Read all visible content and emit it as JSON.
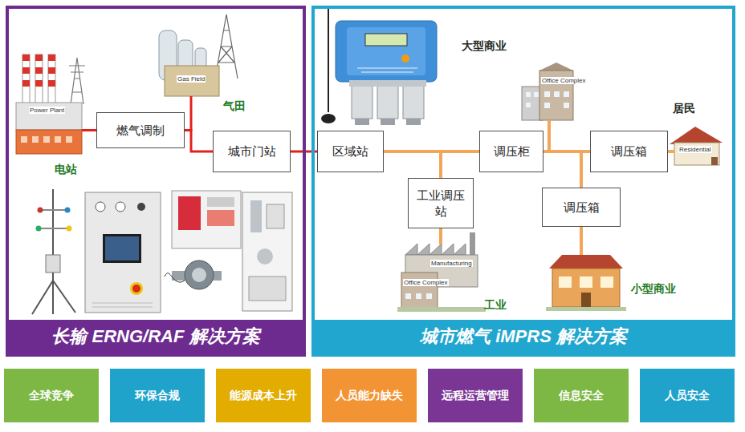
{
  "diagram": {
    "nodes": [
      {
        "text": [
          "长输 ERNG/RAF 解决方案"
        ]
      },
      {
        "text": [
          "燃气调制"
        ],
        "in": 0
      },
      {
        "text": [
          "城市门站"
        ],
        "in": 0
      },
      {
        "text": [
          "城市燃气 iMPRS 解决方案"
        ]
      },
      {
        "text": [
          "区域站"
        ],
        "in": 3
      },
      {
        "text": [
          "工业调压站"
        ],
        "in": 3
      },
      {
        "text": [
          "调压柜"
        ],
        "in": 3
      },
      {
        "text": [
          "调压箱"
        ],
        "in": 3
      },
      {
        "text": [
          "调压箱"
        ],
        "in": 3
      },
      {
        "text": [
          "全球竞争"
        ]
      },
      {
        "text": [
          "环保合规"
        ]
      },
      {
        "text": [
          "能源成本上升"
        ]
      },
      {
        "text": [
          "人员能力缺失"
        ]
      },
      {
        "text": [
          "远程运营管理"
        ]
      },
      {
        "text": [
          "信息安全"
        ]
      },
      {
        "text": [
          "人员安全"
        ]
      }
    ],
    "edges": [
      {
        "from": 1,
        "to": 2,
        "arrow": "none"
      },
      {
        "from": 2,
        "to": 4,
        "arrow": "none"
      },
      {
        "from": 4,
        "to": 6,
        "arrow": "none"
      },
      {
        "from": 4,
        "to": 5,
        "arrow": "none"
      },
      {
        "from": 6,
        "to": 7,
        "arrow": "none"
      },
      {
        "from": 6,
        "to": 8,
        "arrow": "none"
      }
    ],
    "labels": [
      "Power Plant",
      "电站",
      "Gas Field",
      "气田",
      "大型商业",
      "Office Complex",
      "居民",
      "Residential",
      "Manufacturing",
      "Office Complex",
      "工业",
      "小型商业"
    ]
  }
}
